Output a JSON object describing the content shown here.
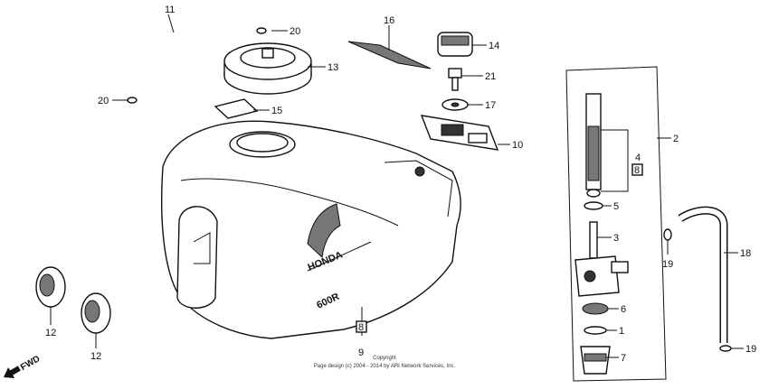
{
  "callouts": {
    "c1": "1",
    "c2": "2",
    "c3": "3",
    "c4": "4",
    "c5": "5",
    "c6": "6",
    "c7": "7",
    "c9": "9",
    "c10": "10",
    "c11": "11",
    "c12a": "12",
    "c12b": "12",
    "c13": "13",
    "c14": "14",
    "c15": "15",
    "c16": "16",
    "c17": "17",
    "c18": "18",
    "c19a": "19",
    "c19b": "19",
    "c20a": "20",
    "c20b": "20",
    "c21": "21"
  },
  "marks": {
    "b_box_4": "8",
    "b_box_9": "8"
  },
  "tank_labels": {
    "brand": "HONDA",
    "model": "600R"
  },
  "copyright": {
    "line1": "Copyright",
    "line2": "Page design (c) 2004 - 2014 by ARI Network Services, Inc."
  },
  "fwd_label": "FWD"
}
